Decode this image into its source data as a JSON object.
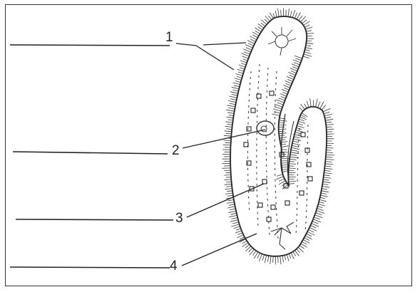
{
  "diagram": {
    "labels": [
      {
        "id": "1",
        "text": "1"
      },
      {
        "id": "2",
        "text": "2"
      },
      {
        "id": "3",
        "text": "3"
      },
      {
        "id": "4",
        "text": "4"
      }
    ]
  },
  "colors": {
    "ink": "#222222",
    "frame": "#333333",
    "background": "#ffffff"
  }
}
